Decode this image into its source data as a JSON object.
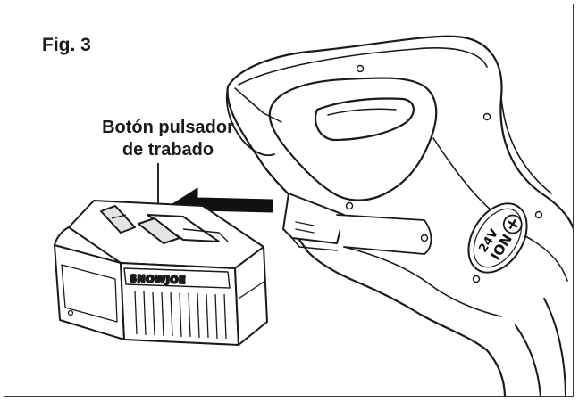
{
  "figure": {
    "label": "Fig. 3",
    "callout_line1": "Botón pulsador",
    "callout_line2": "de trabado",
    "battery_brand": "SNOWJOE",
    "badge_top": "24V",
    "badge_bottom": "ION"
  },
  "colors": {
    "ink": "#1a1a1a",
    "frame": "#3a3a3a",
    "shade": "#e4e4e4"
  }
}
